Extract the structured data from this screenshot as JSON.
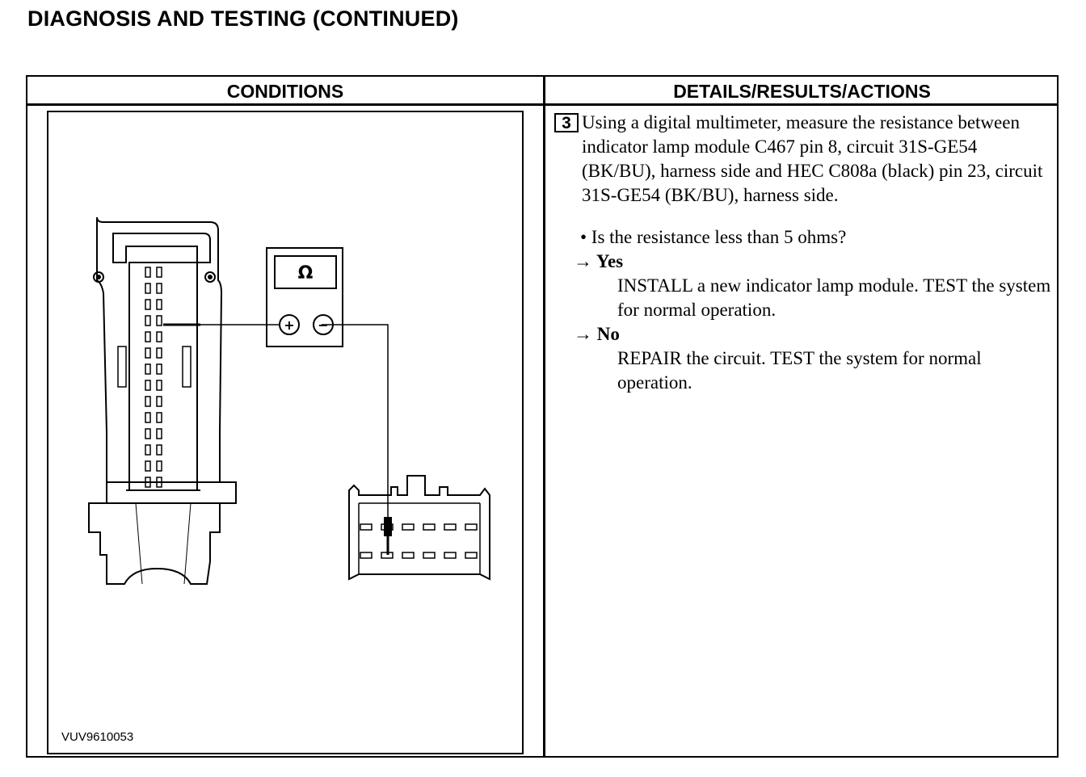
{
  "page": {
    "title": "DIAGNOSIS AND TESTING (CONTINUED)"
  },
  "table": {
    "conditions_header": "CONDITIONS",
    "details_header": "DETAILS/RESULTS/ACTIONS"
  },
  "figure": {
    "id": "VUV9610053",
    "meter_symbol": "Ω",
    "plus": "+",
    "minus": "−",
    "icons": [
      "multimeter-icon",
      "connector-icon"
    ]
  },
  "step": {
    "number": "3",
    "text": "Using a digital multimeter, measure the resistance between indicator lamp module C467 pin 8, circuit 31S-GE54 (BK/BU), harness side and HEC C808a (black) pin 23, circuit 31S-GE54 (BK/BU), harness side.",
    "question": "• Is the resistance less than 5 ohms?",
    "arrow": "→",
    "yes_label": "Yes",
    "yes_action": "INSTALL a new indicator lamp module. TEST the system for normal operation.",
    "no_label": "No",
    "no_action": "REPAIR the circuit. TEST the system for normal operation."
  }
}
